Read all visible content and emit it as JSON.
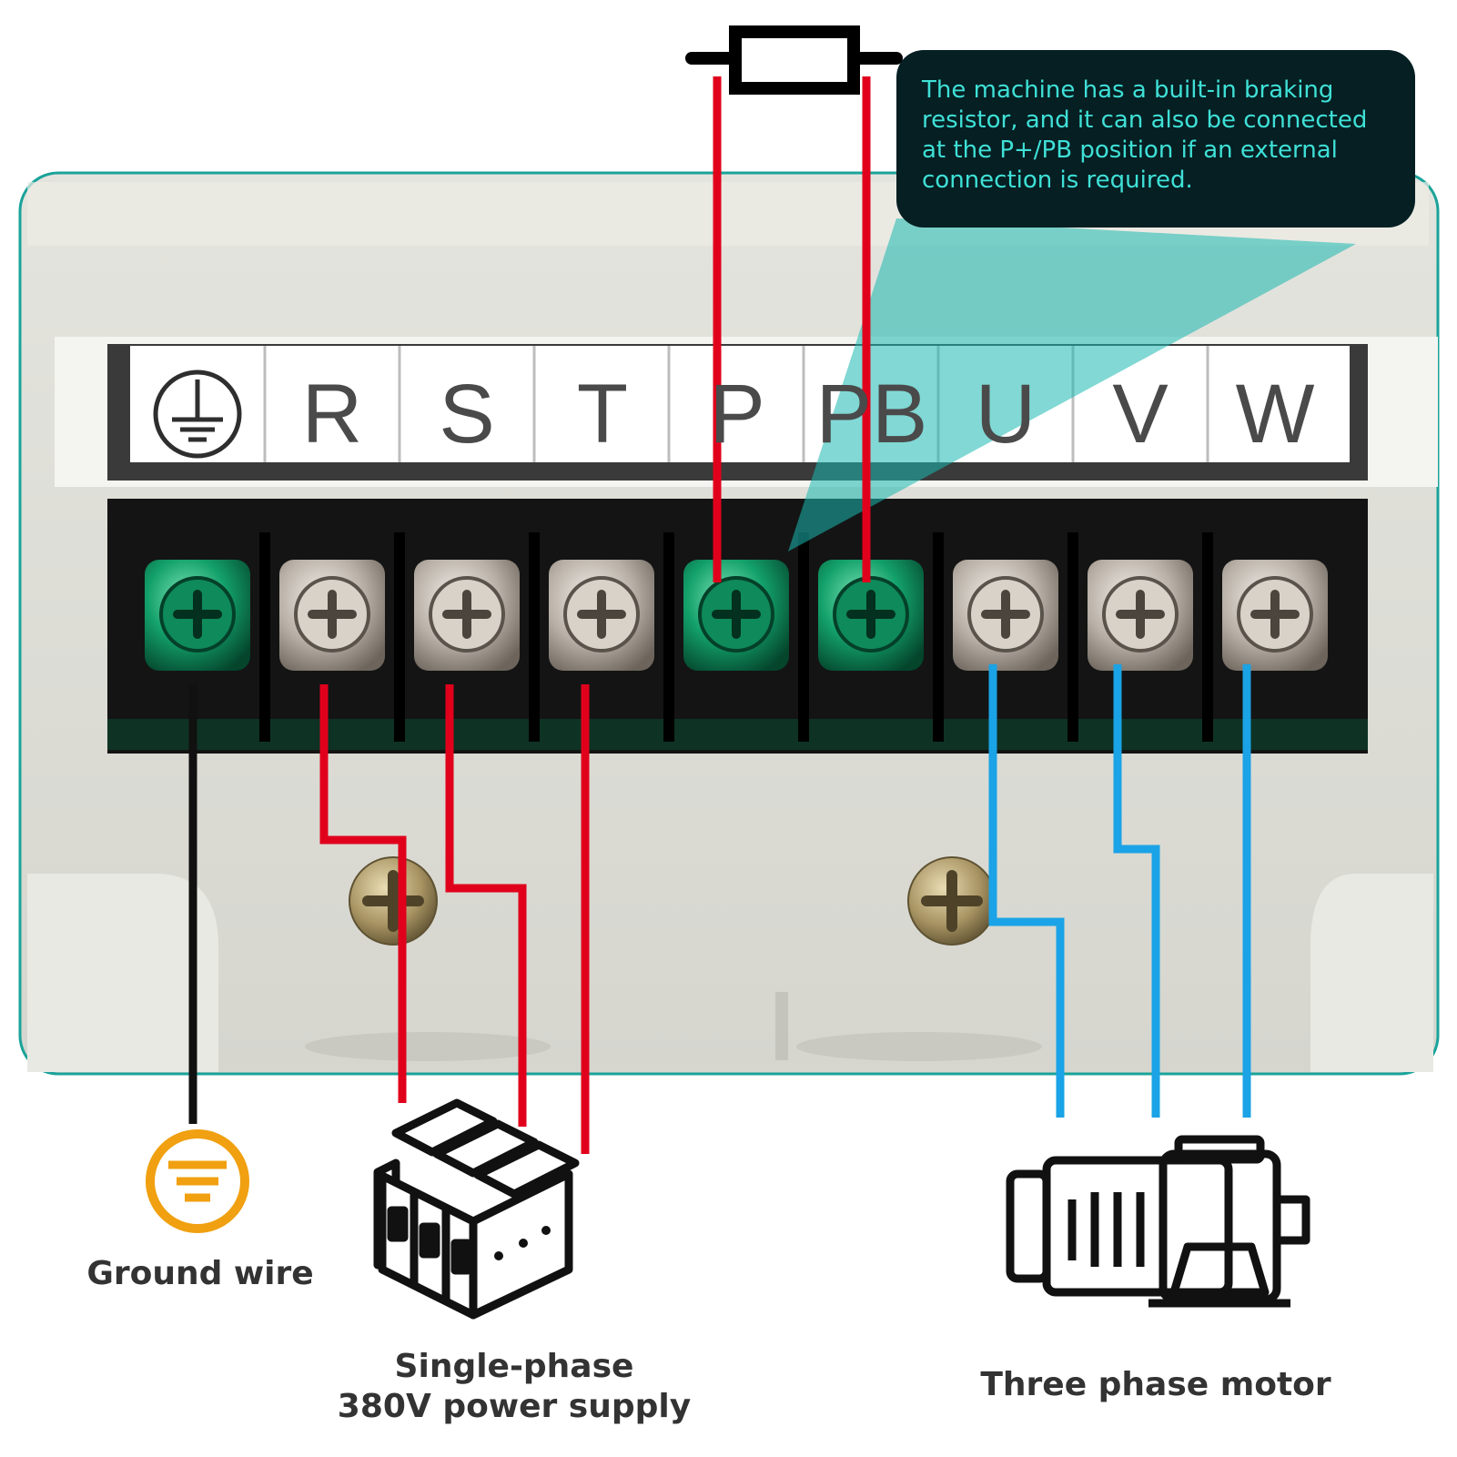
{
  "terminals": [
    {
      "id": "ground",
      "label": "",
      "icon": "ground-symbol-icon",
      "screw": "green"
    },
    {
      "id": "r",
      "label": "R",
      "screw": "silver"
    },
    {
      "id": "s",
      "label": "S",
      "screw": "silver"
    },
    {
      "id": "t",
      "label": "T",
      "screw": "silver"
    },
    {
      "id": "p",
      "label": "P",
      "screw": "green"
    },
    {
      "id": "pb",
      "label": "PB",
      "screw": "green"
    },
    {
      "id": "u",
      "label": "U",
      "screw": "silver"
    },
    {
      "id": "v",
      "label": "V",
      "screw": "silver"
    },
    {
      "id": "w",
      "label": "W",
      "screw": "silver"
    }
  ],
  "callout": {
    "text": "The machine has a built-in braking resistor, and it can also be connected at the P+/PB position if an external connection is required."
  },
  "captions": {
    "ground": "Ground wire",
    "supply_line1": "Single-phase",
    "supply_line2": "380V power supply",
    "motor": "Three phase motor"
  },
  "icons": {
    "resistor": "braking-resistor-icon",
    "ground": "ground-icon",
    "breaker": "circuit-breaker-icon",
    "motor": "motor-icon"
  },
  "colors": {
    "panel_border": "#1aa39a",
    "supply_wire": "#e0001b",
    "motor_wire": "#1aa3e6",
    "ground_wire": "#111111",
    "ground_icon": "#f0a010",
    "callout_bg": "#051f23",
    "callout_text": "#3fe0d6"
  }
}
